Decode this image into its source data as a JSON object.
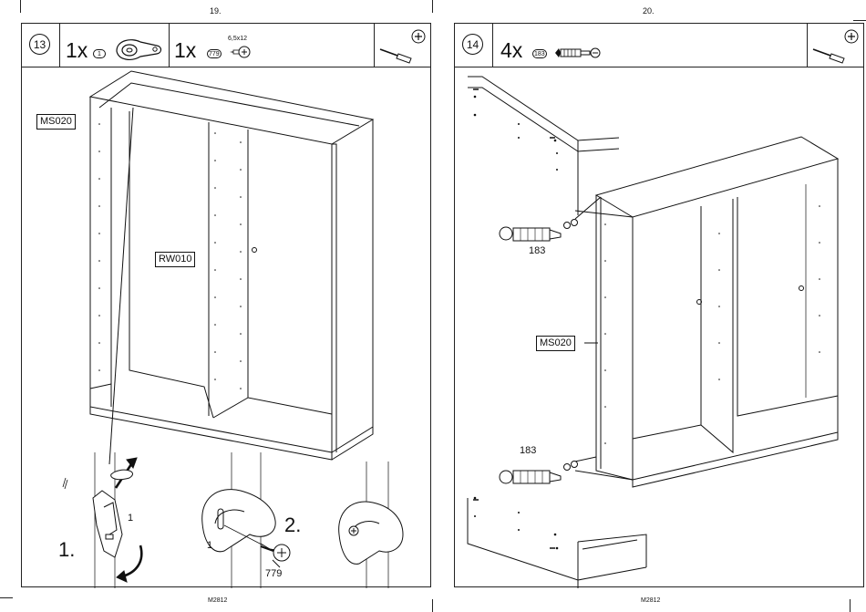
{
  "left_page": {
    "page_number": "19.",
    "step": "13",
    "parts": [
      {
        "qty": "1x",
        "code": "1"
      },
      {
        "qty": "1x",
        "code": "779",
        "size": "6,5x12"
      }
    ],
    "labels": {
      "ms": "MS020",
      "rw": "RW010"
    },
    "callouts": {
      "part1_a": "1",
      "part1_b": "1",
      "screw": "779"
    },
    "steps": {
      "one": "1.",
      "two": "2."
    },
    "footer": "M2812"
  },
  "right_page": {
    "page_number": "20.",
    "step": "14",
    "parts": [
      {
        "qty": "4x",
        "code": "183"
      }
    ],
    "labels": {
      "ms": "MS020"
    },
    "callouts": {
      "top": "183",
      "bottom": "183"
    },
    "footer": "M2812"
  }
}
